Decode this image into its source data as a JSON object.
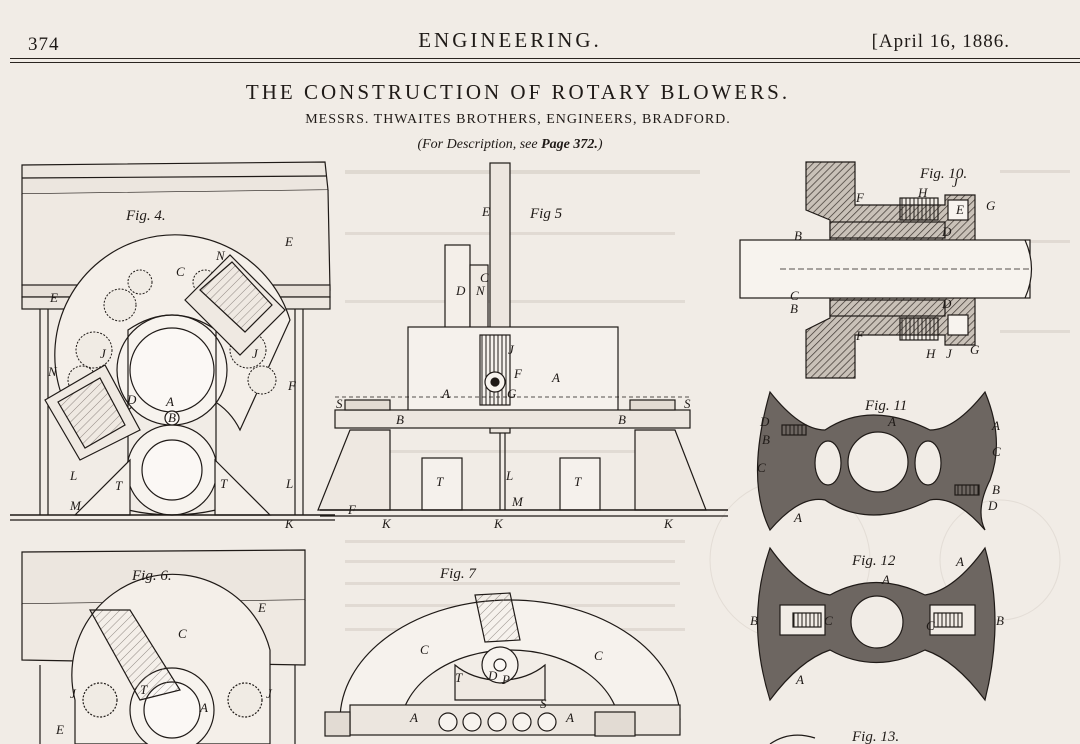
{
  "header": {
    "page_number": "374",
    "journal": "ENGINEERING.",
    "date": "[April 16, 1886."
  },
  "article": {
    "title": "THE CONSTRUCTION OF ROTARY BLOWERS.",
    "subtitle": "MESSRS. THWAITES BROTHERS, ENGINEERS, BRADFORD.",
    "note_prefix": "(For Description, see ",
    "note_page": "Page 372.",
    "note_suffix": ")"
  },
  "figures": {
    "fig4": "Fig. 4.",
    "fig5": "Fig 5",
    "fig6": "Fig. 6.",
    "fig7": "Fig. 7",
    "fig10": "Fig. 10.",
    "fig11": "Fig. 11",
    "fig12": "Fig. 12",
    "fig13": "Fig. 13."
  },
  "labels": {
    "A": "A",
    "B": "B",
    "C": "C",
    "D": "D",
    "E": "E",
    "F": "F",
    "G": "G",
    "H": "H",
    "J": "J",
    "K": "K",
    "L": "L",
    "M": "M",
    "N": "N",
    "P": "P",
    "S": "S",
    "T": "T"
  },
  "colors": {
    "paper": "#f1ece6",
    "ink": "#1f1a17",
    "section_fill": "#6d6661",
    "show_through": "#c4bbb2"
  }
}
